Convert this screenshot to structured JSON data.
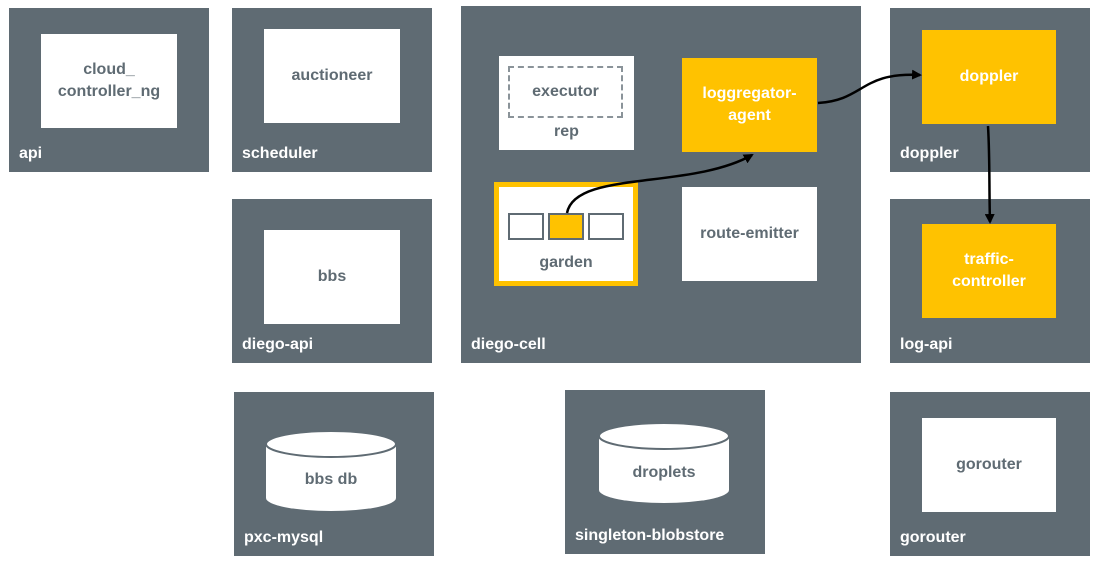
{
  "colors": {
    "vm": "#5f6b73",
    "highlight": "#ffc200",
    "box": "#ffffff",
    "text": "#5f6b73"
  },
  "vms": {
    "api": {
      "label": "api",
      "job": "cloud_\ncontroller_ng"
    },
    "scheduler": {
      "label": "scheduler",
      "job": "auctioneer"
    },
    "diego_api": {
      "label": "diego-api",
      "job": "bbs"
    },
    "pxc_mysql": {
      "label": "pxc-mysql",
      "job": "bbs db"
    },
    "diego_cell": {
      "label": "diego-cell",
      "executor": "executor",
      "rep": "rep",
      "loggregator_agent": "loggregator-\nagent",
      "garden": "garden",
      "route_emitter": "route-emitter"
    },
    "blobstore": {
      "label": "singleton-blobstore",
      "job": "droplets"
    },
    "doppler": {
      "label": "doppler",
      "job": "doppler"
    },
    "log_api": {
      "label": "log-api",
      "job": "traffic-\ncontroller"
    },
    "gorouter": {
      "label": "gorouter",
      "job": "gorouter"
    }
  }
}
